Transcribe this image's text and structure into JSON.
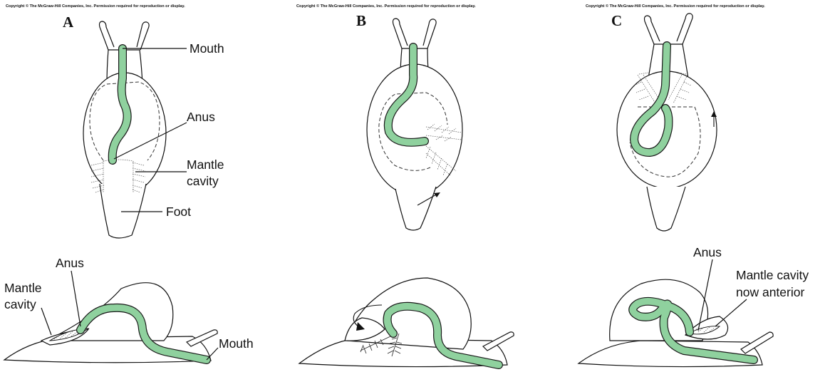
{
  "copyright": {
    "a": "Copyright © The McGraw-Hill Companies, Inc. Permission required for reproduction or display.",
    "b": "Copyright © The McGraw-Hill Companies, Inc. Permission required for reproduction or display.",
    "c": "Copyright © The McGraw-Hill Companies, Inc. Permission required for reproduction or display."
  },
  "panels": {
    "a": {
      "letter": "A",
      "labels": {
        "mouth": "Mouth",
        "anus": "Anus",
        "mantle_1": "Mantle",
        "mantle_2": "cavity",
        "foot": "Foot"
      },
      "side_labels": {
        "anus": "Anus",
        "mantle_1": "Mantle",
        "mantle_2": "cavity",
        "mouth": "Mouth"
      }
    },
    "b": {
      "letter": "B"
    },
    "c": {
      "letter": "C",
      "side_labels": {
        "anus": "Anus",
        "mantle_1": "Mantle cavity",
        "mantle_2": "now anterior"
      }
    }
  },
  "colors": {
    "gut": "#8fd19e",
    "outline": "#111111",
    "background": "#ffffff"
  }
}
